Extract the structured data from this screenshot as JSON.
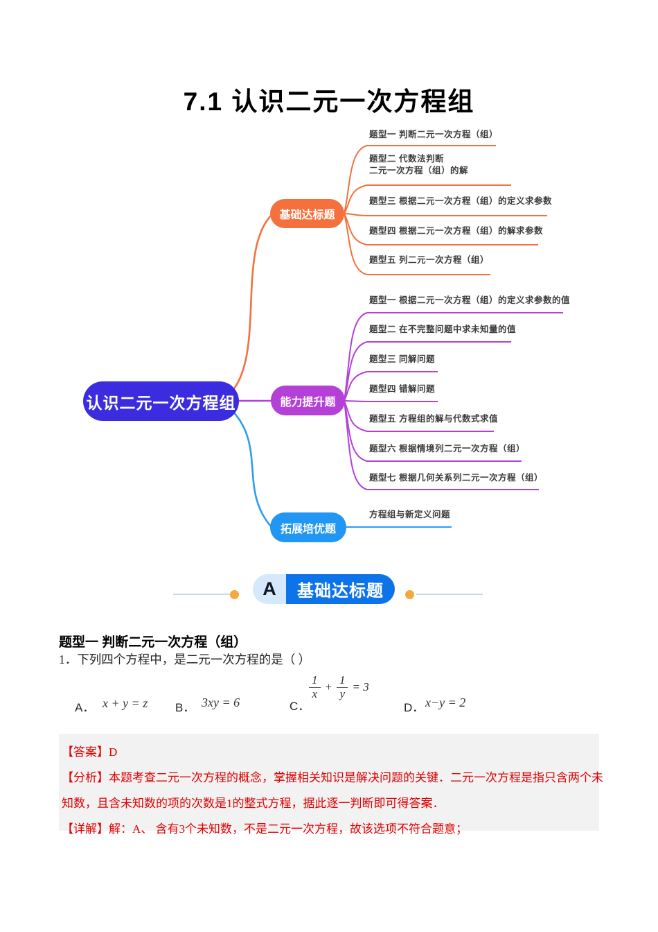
{
  "title": "7.1 认识二元一次方程组",
  "mindmap": {
    "root": "认识二元一次方程组",
    "branches": [
      {
        "label": "基础达标题",
        "color": "#f4703c",
        "items": [
          "题型一 判断二元一次方程（组）",
          "题型二 代数法判断\n二元一次方程（组）的解",
          "题型三 根据二元一次方程（组）的定义求参数",
          "题型四 根据二元一次方程（组）的解求参数",
          "题型五 列二元一次方程（组）"
        ]
      },
      {
        "label": "能力提升题",
        "color": "#b440d8",
        "items": [
          "题型一 根据二元一次方程（组）的定义求参数的值",
          "题型二 在不完整问题中求未知量的值",
          "题型三 同解问题",
          "题型四 错解问题",
          "题型五 方程组的解与代数式求值",
          "题型六 根据情境列二元一次方程（组）",
          "题型七 根据几何关系列二元一次方程（组）"
        ]
      },
      {
        "label": "拓展培优题",
        "color": "#2196f3",
        "items": [
          "方程组与新定义问题"
        ]
      }
    ],
    "root_color": "#3c2ce0"
  },
  "section_banner": {
    "letter": "A",
    "label": "基础达标题",
    "pill_color": "#0d73e8",
    "letter_bg": "#d6e9fc",
    "dot_color": "#f5a83c"
  },
  "question_section": {
    "heading": "题型一 判断二元一次方程（组）",
    "question": "1．下列四个方程中，是二元一次方程的是（  ）",
    "options": [
      {
        "label": "A．",
        "formula": "x + y = z"
      },
      {
        "label": "B．",
        "formula": "3xy = 6"
      },
      {
        "label": "C．",
        "frac_num1": "1",
        "frac_den1": "x",
        "operator": "+",
        "frac_num2": "1",
        "frac_den2": "y",
        "rhs": "= 3"
      },
      {
        "label": "D．",
        "formula": "x−y = 2"
      }
    ]
  },
  "answer_block": {
    "text_color": "#e00000",
    "lines": [
      "【答案】D",
      "【分析】本题考查二元一次方程的概念，掌握相关知识是解决问题的关键．二元一次方程是指只含两个未",
      "知数，且含未知数的项的次数是1的整式方程，据此逐一判断即可得答案．",
      "【详解】解：A、 含有3个未知数，不是二元一次方程，故该选项不符合题意；"
    ]
  }
}
